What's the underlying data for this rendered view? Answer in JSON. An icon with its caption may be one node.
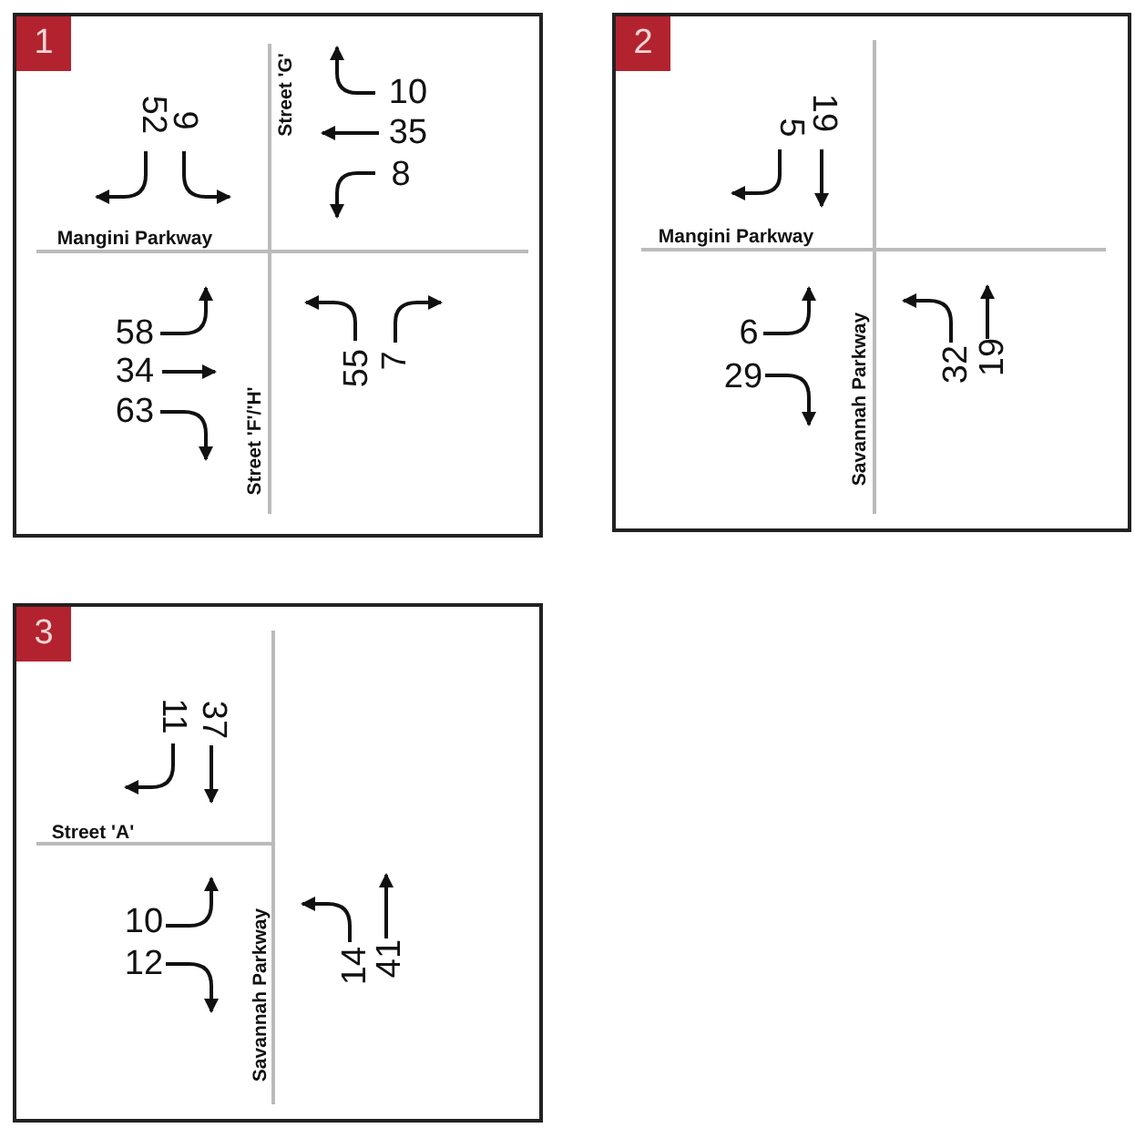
{
  "diagram": {
    "nodes": [
      {
        "text": [
          "1"
        ]
      },
      {
        "text": [
          "2"
        ]
      },
      {
        "text": [
          "3"
        ]
      }
    ],
    "labels": [
      "Street 'G'",
      "52",
      "9",
      "10",
      "35",
      "8",
      "Mangini Parkway",
      "58",
      "34",
      "63",
      "55",
      "7",
      "Street 'F'/'H'",
      "5",
      "19",
      "Mangini Parkway",
      "6",
      "29",
      "Savannah Parkway",
      "32",
      "19",
      "11",
      "37",
      "Street 'A'",
      "10",
      "12",
      "Savannah Parkway",
      "14",
      "41"
    ]
  }
}
